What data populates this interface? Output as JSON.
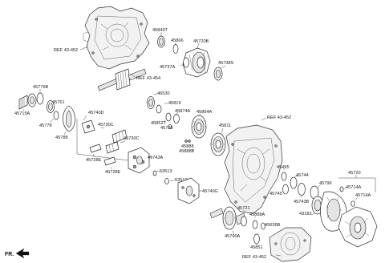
{
  "labels": {
    "p45849T": "45849T",
    "p45866": "45866",
    "p45720B": "45720B",
    "p45737A": "45737A",
    "p45738S": "45738S",
    "p45776B": "45776B",
    "p45761": "45761",
    "p45715A": "45715A",
    "p45778": "45778",
    "p45788": "45788",
    "p45740D": "45740D",
    "p45730C_1": "45730C",
    "p45730C_2": "45730C",
    "p45728E_1": "45728E",
    "p45728E_2": "45728E",
    "p45743A": "45743A",
    "p53513_1": "53513",
    "p53513_2": "53513",
    "p46530": "46530",
    "p45819": "45819",
    "p45852T": "45852T",
    "p45874A": "45874A",
    "p45798": "45798",
    "p45864A": "45864A",
    "p45888": "45888",
    "p45888B": "45888B",
    "p45811": "45811",
    "p45740G": "45740G",
    "p45721": "45721",
    "p45790A": "45790A",
    "p45888A": "45888A",
    "p45636B": "45636B",
    "p45851": "45851",
    "p45495": "45495",
    "p45744": "45744",
    "p45745": "45745",
    "p45743B": "45743B",
    "p43182": "43182",
    "p45796": "45796",
    "p45720": "45720",
    "p45714A_1": "45714A",
    "p45714A_2": "45714A"
  },
  "references": {
    "ref1": "REF 43-452",
    "ref2": "REF 43-454",
    "ref3": "REF 43-452",
    "ref4": "REF 43-452"
  },
  "direction_marker": "FR."
}
